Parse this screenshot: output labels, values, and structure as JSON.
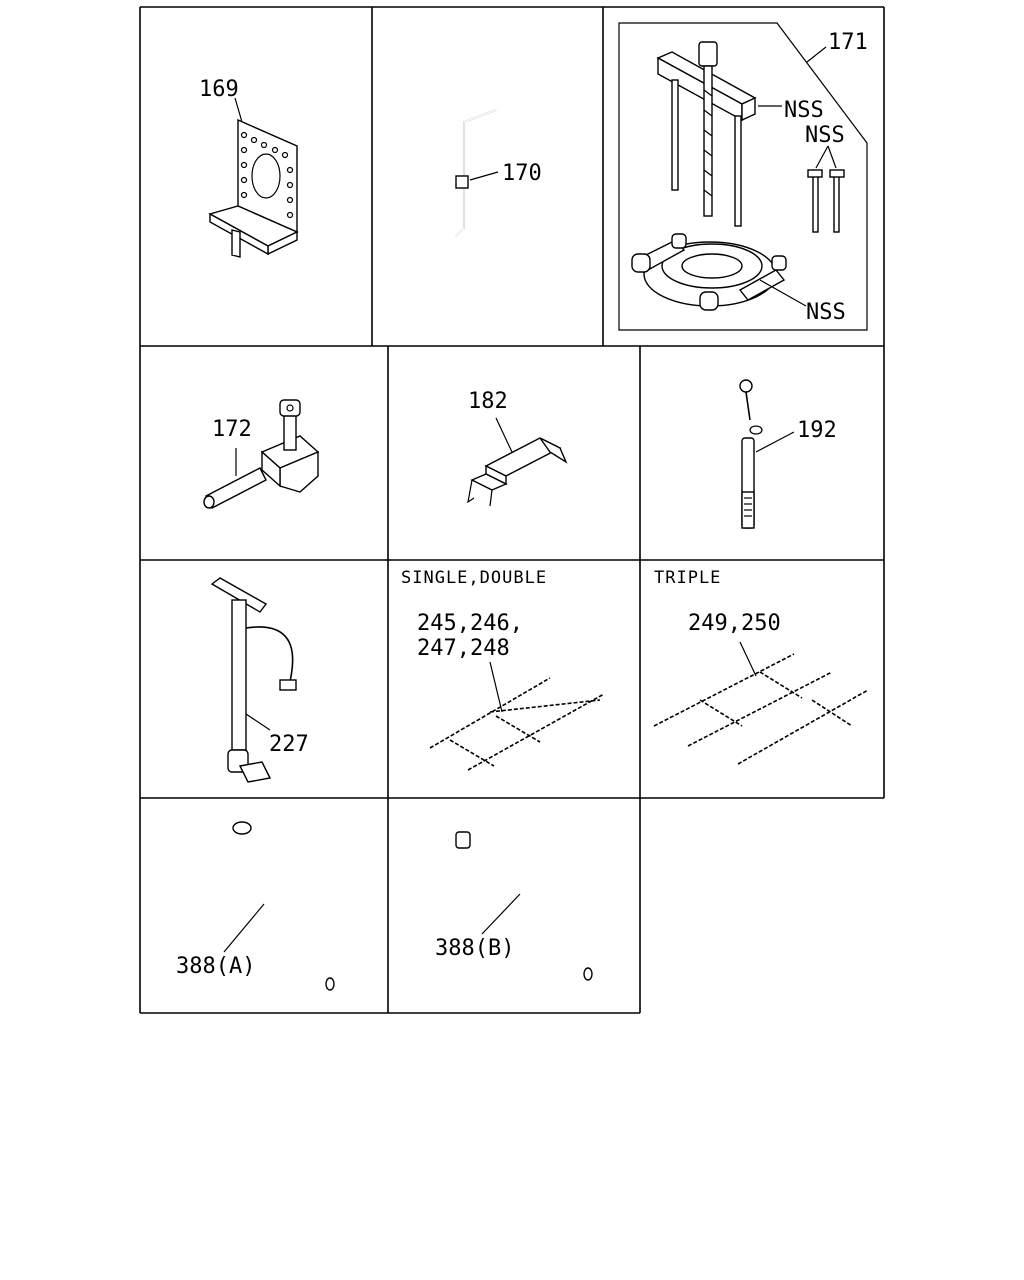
{
  "parts": {
    "p169": "169",
    "p170": "170",
    "p171": "171",
    "nss1": "NSS",
    "nss2": "NSS",
    "nss3": "NSS",
    "p172": "172",
    "p182": "182",
    "p192": "192",
    "p227": "227",
    "single_double_header": "SINGLE,DOUBLE",
    "sd_line1": "245,246,",
    "sd_line2": "247,248",
    "triple_header": "TRIPLE",
    "triple_line1": "249,250",
    "p388a": "388(A)",
    "p388b": "388(B)"
  }
}
